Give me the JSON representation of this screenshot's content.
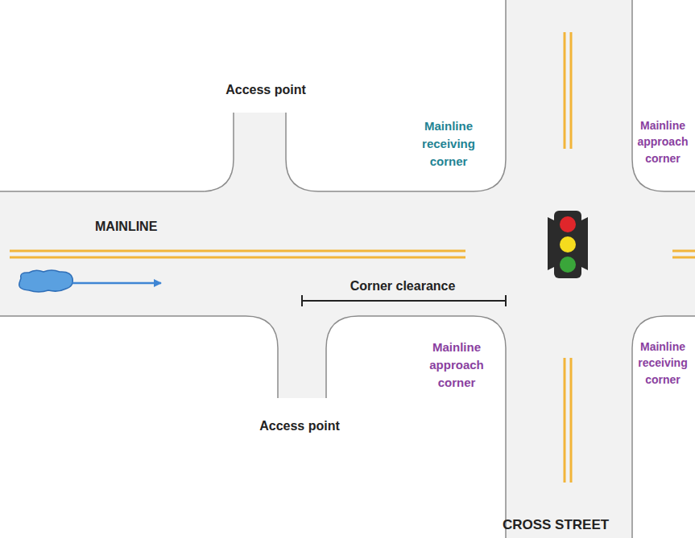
{
  "diagram": {
    "labels": [
      "Access point",
      "Mainline receiving corner",
      "Mainline approach corner",
      "MAINLINE",
      "Corner clearance",
      "Mainline approach corner",
      "Mainline receiving corner",
      "Access point",
      "CROSS STREET"
    ]
  }
}
